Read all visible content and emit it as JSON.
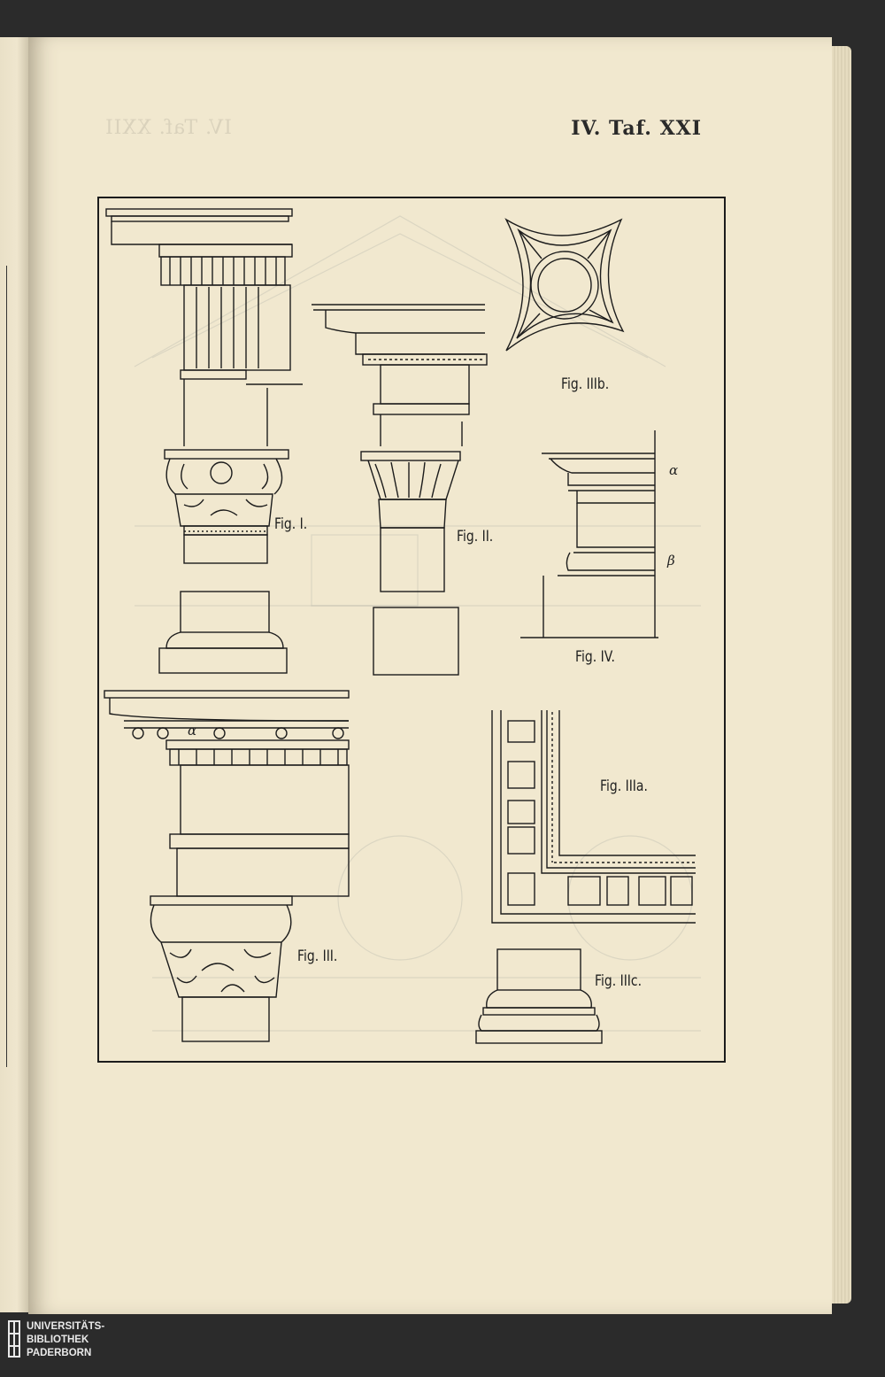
{
  "header": {
    "plate_title": "IV. Taf. XXI",
    "bleed_through": "IV. Taf. XXII"
  },
  "figures": {
    "fig1": "Fig. I.",
    "fig2": "Fig. II.",
    "fig3": "Fig. III.",
    "fig3a": "Fig. IIIa.",
    "fig3b": "Fig. IIIb.",
    "fig3c": "Fig. IIIc.",
    "fig4": "Fig. IV.",
    "alpha": "α",
    "beta": "β"
  },
  "library_logo": {
    "line1": "UNIVERSITÄTS-",
    "line2": "BIBLIOTHEK",
    "line3": "PADERBORN"
  }
}
